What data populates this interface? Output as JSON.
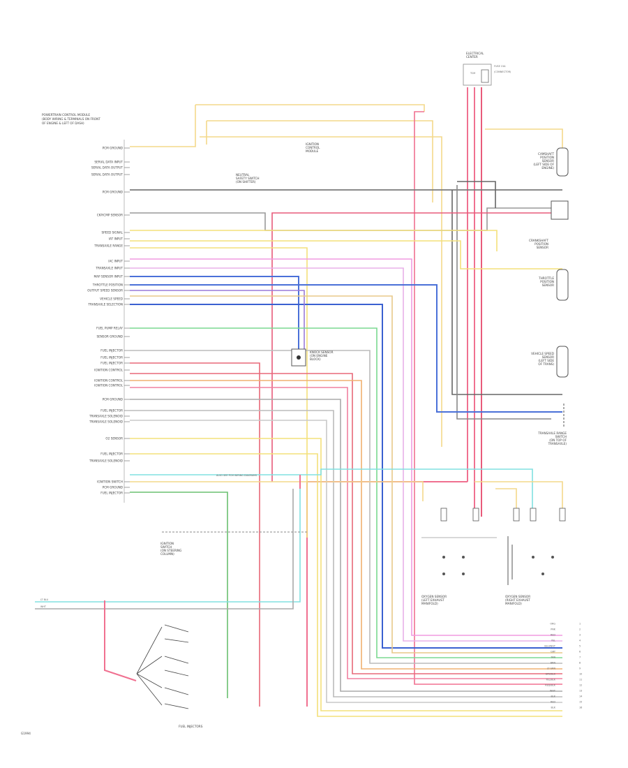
{
  "pcm": {
    "title_lines": [
      "POWERTRAIN CONTROL MODULE",
      "(BODY WIRING & TERMINALS ON FRONT",
      "OF ENGINE & LEFT OF DASH)"
    ],
    "inputs": [
      "PCM GROUND",
      "SERIAL DATA INPUT",
      "SERIAL DATA OUTPUT",
      "SERIAL DATA OUTPUT",
      "PCM GROUND",
      "CKP/CMP SENSOR",
      "SPEED SIGNAL",
      "IAT INPUT",
      "TRANSAXLE RANGE",
      "IAC INPUT",
      "TRANSAXLE INPUT",
      "MAP SENSOR INPUT",
      "THROTTLE POSITION",
      "OUTPUT SPEED SENSOR",
      "VEHICLE SPEED",
      "TRANSAXLE SELECTION",
      "FUEL PUMP RELAY",
      "SENSOR GROUND",
      "FUEL INJECTOR",
      "FUEL INJECTOR",
      "FUEL INJECTOR",
      "IGNITION CONTROL",
      "IGNITION CONTROL",
      "IGNITION CONTROL",
      "PCM GROUND",
      "FUEL INJECTOR",
      "TRANSAXLE SOLENOID",
      "TRANSAXLE SOLENOID",
      "O2 SENSOR",
      "FUEL INJECTOR",
      "TRANSAXLE SOLENOID",
      "IGNITION SWITCH",
      "PCM GROUND",
      "FUEL INJECTOR"
    ]
  },
  "fuse_block": {
    "label_lines": [
      "ELECTRICAL",
      "CENTER"
    ],
    "box_label": "FUSE 15A",
    "note": "(CONNECTOR)"
  },
  "components": {
    "top_sensor": [
      "CAMSHAFT",
      "POSITION",
      "SENSOR",
      "(LEFT SIDE OF",
      "ENGINE)"
    ],
    "ckp_sensor": [
      "CRANKSHAFT",
      "POSITION",
      "SENSOR"
    ],
    "throttle_sensor": [
      "THROTTLE",
      "POSITION",
      "SENSOR"
    ],
    "speed_sensor": [
      "VEHICLE SPEED",
      "SENSOR",
      "(LEFT SIDE",
      "OF TRANS)"
    ],
    "range_switch": [
      "TRANSAXLE RANGE",
      "SWITCH",
      "(ON TOP OF",
      "TRANSAXLE)"
    ],
    "center_sensor": [
      "KNOCK SENSOR",
      "(ON ENGINE",
      "BLOCK)"
    ],
    "upper_note": [
      "IGNITION",
      "CONTROL",
      "MODULE"
    ],
    "upper_note2": [
      "NEUTRAL",
      "SAFETY SWITCH",
      "(ON SHIFTER)"
    ],
    "lower_left_note": [
      "IGNITION",
      "SWITCH",
      "(ON STEERING",
      "COLUMN)"
    ],
    "left_o2": [
      "OXYGEN SENSOR",
      "(LEFT EXHAUST",
      "MANIFOLD)"
    ],
    "right_o2": [
      "OXYGEN SENSOR",
      "(RIGHT EXHAUST",
      "MANIFOLD)"
    ],
    "fuel_injectors": "FUEL INJECTORS",
    "wiring_note": "ALSO SEE PCM WIRING DIAGRAMS",
    "small_label": "TCM"
  },
  "bottom_labels": [
    "ORG",
    "PNK",
    "RED",
    "YEL",
    "BLU/WHT",
    "GRY",
    "TAN",
    "BRN",
    "LT GRN",
    "GRY/BLK",
    "YEL/BLK",
    "RED/BLK",
    "WHT",
    "BLK",
    "RED",
    "BLK"
  ],
  "left_wires": [
    "LT BLU",
    "WHT"
  ],
  "footer": "G1994"
}
